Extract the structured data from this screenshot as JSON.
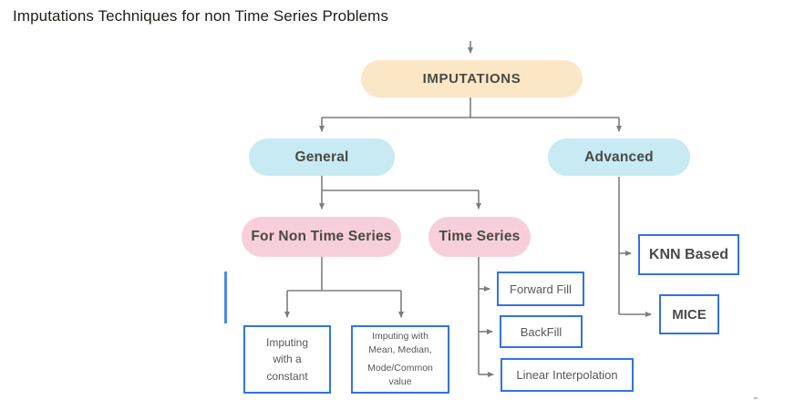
{
  "title": "Imputations Techniques for non Time Series Problems",
  "colors": {
    "root_fill": "#fbe6c6",
    "branch_fill": "#c7eaf3",
    "sub_branch_fill": "#f7cfda",
    "leaf_border": "#3173de",
    "connector": "#7d7d7d",
    "pill_text": "#4a4943",
    "leaf_text": "#575757"
  },
  "nodes": {
    "root": {
      "label": "IMPUTATIONS"
    },
    "general": {
      "label": "General"
    },
    "advanced": {
      "label": "Advanced"
    },
    "non_time_series": {
      "label": "For Non Time Series"
    },
    "time_series": {
      "label": "Time Series"
    },
    "constant": {
      "label": "Imputing\nwith a\nconstant"
    },
    "mean_median_mode": {
      "line1": "Imputing with\nMean, Median,",
      "line2": "Mode/Common\nvalue"
    },
    "forward_fill": {
      "label": "Forward Fill"
    },
    "backfill": {
      "label": "BackFill"
    },
    "linear_interpolation": {
      "label": "Linear Interpolation"
    },
    "knn": {
      "label": "KNN Based"
    },
    "mice": {
      "label": "MICE"
    }
  }
}
